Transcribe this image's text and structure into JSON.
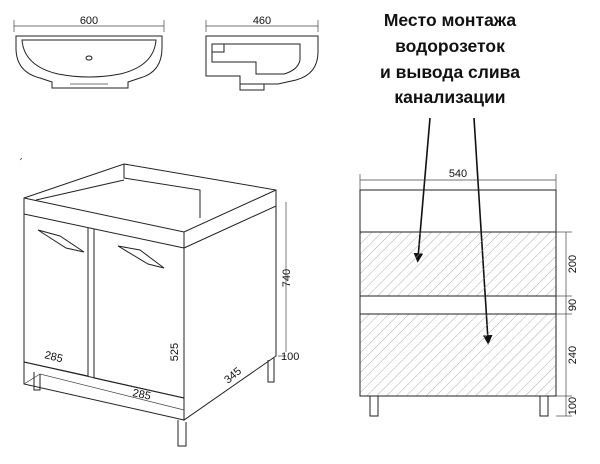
{
  "callout": {
    "lines": [
      "Место монтажа",
      "водорозеток",
      "и вывода слива",
      "канализации"
    ]
  },
  "sink_top": {
    "width": "600"
  },
  "sink_side": {
    "depth": "460"
  },
  "cabinet": {
    "height": "740",
    "door_width_left": "285",
    "door_width_bottom": "285",
    "door_height": "525",
    "depth": "345",
    "leg_height": "100"
  },
  "front_view": {
    "width": "540",
    "zones": [
      "200",
      "90",
      "240",
      "100"
    ]
  },
  "colors": {
    "line": "#222222",
    "text": "#111111",
    "background": "#ffffff"
  }
}
